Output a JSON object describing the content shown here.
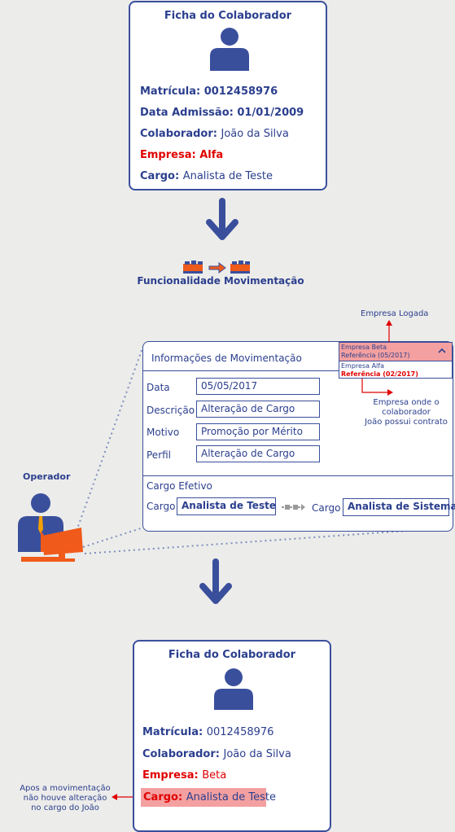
{
  "card1": {
    "title": "Ficha do Colaborador",
    "matricula_label": "Matrícula: ",
    "matricula_value": "0012458976",
    "admissao_label": "Data Admissão: ",
    "admissao_value": "01/01/2009",
    "colaborador_label": "Colaborador: ",
    "colaborador_value": "João da Silva",
    "empresa_label": "Empresa: ",
    "empresa_value": "Alfa",
    "cargo_label": "Cargo: ",
    "cargo_value": "Analista de Teste"
  },
  "process": {
    "label": "Funcionalidade Movimentação"
  },
  "operator": {
    "label": "Operador"
  },
  "form": {
    "title": "Informações de Movimentação",
    "fields": [
      {
        "label": "Data",
        "value": "05/05/2017"
      },
      {
        "label": "Descrição",
        "value": "Alteração de Cargo"
      },
      {
        "label": "Motivo",
        "value": "Promoção por Mérito"
      },
      {
        "label": "Perfil",
        "value": "Alteração de Cargo"
      }
    ],
    "cargo_section": "Cargo Efetivo",
    "cargo_from_label": "Cargo",
    "cargo_from_value": "Analista de Teste",
    "cargo_to_label": "Cargo",
    "cargo_to_value": "Analista de Sistema",
    "dropdown": {
      "selected_line1": "Empresa Beta",
      "selected_line2": "Referência (05/2017)",
      "option_line1": "Empresa Alfa",
      "option_line2": "Referência (02/2017)"
    }
  },
  "annotations": {
    "logged_company": "Empresa Logada",
    "contract_company_l1": "Empresa onde o",
    "contract_company_l2": "colaborador",
    "contract_company_l3": "João possui contrato",
    "no_change_l1": "Apos a movimentação",
    "no_change_l2": "não houve alteração",
    "no_change_l3": "no cargo do João"
  },
  "card2": {
    "title": "Ficha do Colaborador",
    "matricula_label": "Matrícula: ",
    "matricula_value": "0012458976",
    "colaborador_label": "Colaborador: ",
    "colaborador_value": "João da Silva",
    "empresa_label": "Empresa: ",
    "empresa_value": "Beta",
    "cargo_label": "Cargo: ",
    "cargo_value": "Analista de Teste"
  },
  "colors": {
    "primary": "#3a4f9c",
    "accent_red": "#e00000",
    "orange": "#f05a1a",
    "highlight": "#f4a0a0"
  }
}
